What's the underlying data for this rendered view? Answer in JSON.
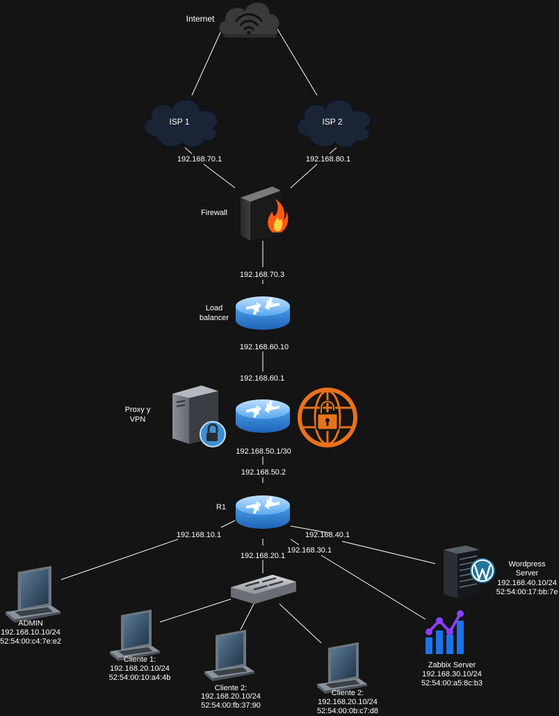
{
  "colors": {
    "background": "#141414",
    "cloud_dark": "#1a2233",
    "router_blue": "#3c8fe0",
    "vpn_orange": "#e8721c",
    "zabbix_purple": "#8a3ffc",
    "zabbix_blue": "#1a73e8"
  },
  "nodes": {
    "internet": {
      "label": "Internet",
      "icon": "cloud-wifi-icon"
    },
    "isp1": {
      "label": "ISP 1",
      "icon": "cloud-icon"
    },
    "isp2": {
      "label": "ISP 2",
      "icon": "cloud-icon"
    },
    "firewall": {
      "label": "Firewall",
      "icon": "firewall-icon"
    },
    "load_balancer": {
      "line1": "Load",
      "line2": "balancer",
      "icon": "router-icon"
    },
    "proxy": {
      "line1": "Proxy y",
      "line2": "VPN",
      "icon": "server-lock-icon"
    },
    "vpn_router": {
      "icon": "router-icon"
    },
    "vpn_badge": {
      "icon": "globe-lock-icon"
    },
    "r1": {
      "label": "R1",
      "icon": "router-icon"
    },
    "switch": {
      "icon": "switch-icon"
    },
    "admin": {
      "line1": "ADMIN",
      "line2": "192.168.10.10/24",
      "line3": "52:54:00:c4:7e:e2",
      "icon": "laptop-icon"
    },
    "cliente1": {
      "line1": "Cliente 1:",
      "line2": "192.168.20.10/24",
      "line3": "52:54:00:10:a4:4b",
      "icon": "laptop-icon"
    },
    "cliente2a": {
      "line1": "Cliente 2:",
      "line2": "192.168.20.10/24",
      "line3": "52:54:00:fb:37:90",
      "icon": "laptop-icon"
    },
    "cliente2b": {
      "line1": "Cliente 2:",
      "line2": "192.168.20.10/24",
      "line3": "52:54:00:0b:c7:d8",
      "icon": "laptop-icon"
    },
    "zabbix": {
      "line1": "Zabbix Server",
      "line2": "192.168.30.10/24",
      "line3": "52:54:00:a5:8c:b3",
      "icon": "zabbix-chart-icon"
    },
    "wordpress": {
      "line1": "Wordpress",
      "line2": "Server",
      "line3": "192.168.40.10/24",
      "line4": "52:54:00:17:bb:7e",
      "icon": "wordpress-server-icon"
    }
  },
  "link_labels": {
    "isp1_ip": "192.168.70.1",
    "isp2_ip": "192.168.80.1",
    "fw_ip": "192.168.70.3",
    "lb_ip": "192.168.60.10",
    "vpn_in_ip": "192.168.60.1",
    "vpn_out_ip": "192.168.50.1/30",
    "r1_in_ip": "192.168.50.2",
    "r1_admin_ip": "192.168.10.1",
    "r1_clients_ip": "192.168.20.1",
    "r1_zabbix_ip": "192.168.30.1",
    "r1_wordpress_ip": "192.168.40.1"
  }
}
